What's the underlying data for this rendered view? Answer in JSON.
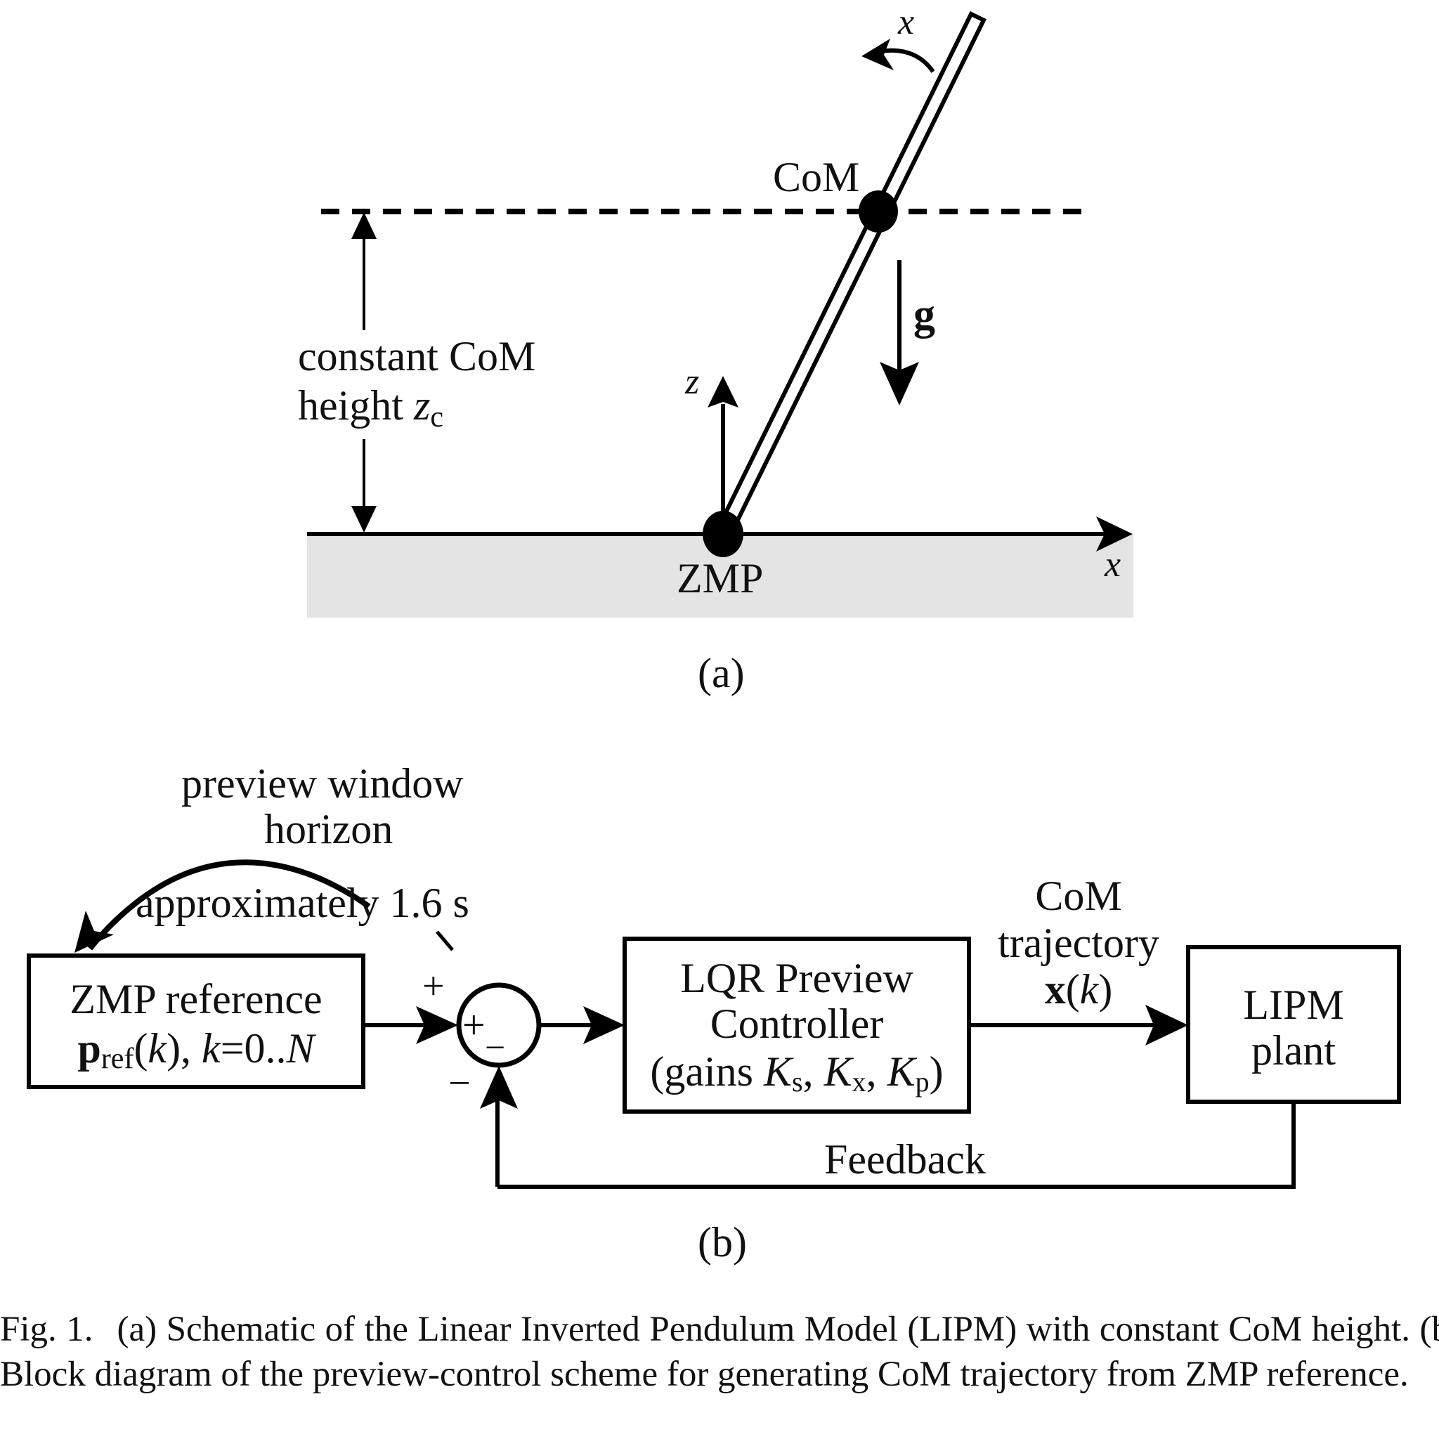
{
  "panel_a": {
    "label": "(a)",
    "com_label": "CoM",
    "zmp_label": "ZMP",
    "gravity_label": "g",
    "z_axis_label": "z",
    "x_axis_label": "x",
    "pendulum_x_label": "x",
    "height_label_line1": "constant CoM",
    "height_label_line2_text": "height ",
    "height_label_var": "z",
    "height_label_sub": "c",
    "ground_color": "#e4e4e4"
  },
  "panel_b": {
    "label": "(b)",
    "preview_label_line1": "preview window",
    "preview_label_line2": "horizon",
    "preview_label_line3": "approximately 1.6 s",
    "zmp_box": {
      "line1": "ZMP reference",
      "p": "p",
      "p_sub": "ref",
      "rest1": "(",
      "k1": "k",
      "rest2": "), ",
      "k2": "k",
      "rest3": "=0..",
      "N": "N"
    },
    "sum_plus_outer": "+",
    "sum_minus_outer": "−",
    "sum_plus_inner": "+",
    "sum_minus_inner": "−",
    "lqr_box": {
      "line1": "LQR Preview",
      "line2": "Controller",
      "line3_prefix": "(gains ",
      "K": "K",
      "s": "s",
      "x": "x",
      "p": "p",
      "sep": ", ",
      "close": ")"
    },
    "output_label_line1": "CoM",
    "output_label_line2": "trajectory",
    "output_label_var": "x",
    "output_label_k": "k",
    "lipm_box": {
      "line1": "LIPM",
      "line2": "plant"
    },
    "feedback_label": "Feedback"
  },
  "caption": {
    "fig_number": "Fig. 1.",
    "text": "(a) Schematic of the Linear Inverted Pendulum Model (LIPM) with constant CoM height. (b) Block diagram of the preview-control scheme for generating CoM trajectory from ZMP reference."
  }
}
